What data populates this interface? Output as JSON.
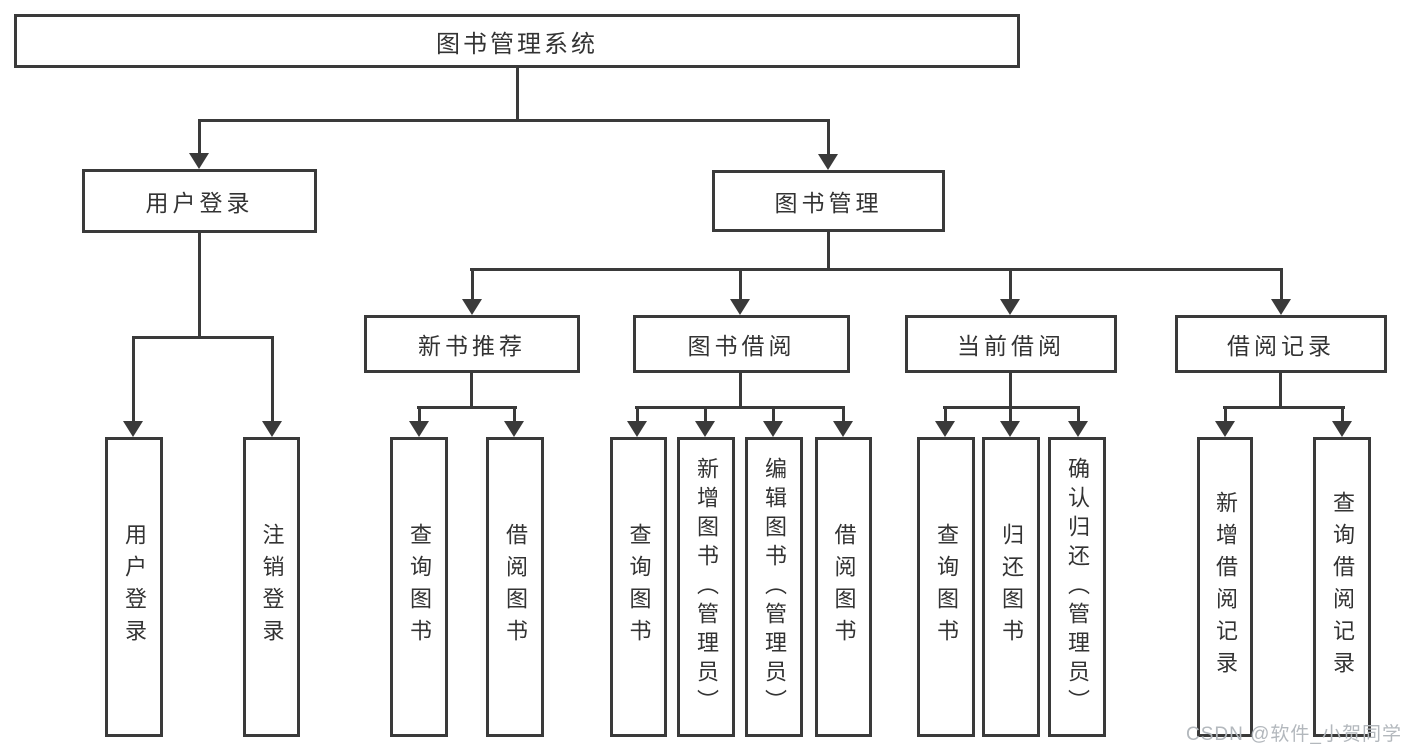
{
  "tree": {
    "root": {
      "label": "图书管理系统",
      "children": [
        {
          "label": "用户登录",
          "children": [
            {
              "label": "用户登录"
            },
            {
              "label": "注销登录"
            }
          ]
        },
        {
          "label": "图书管理",
          "children": [
            {
              "label": "新书推荐",
              "children": [
                {
                  "label": "查询图书"
                },
                {
                  "label": "借阅图书"
                }
              ]
            },
            {
              "label": "图书借阅",
              "children": [
                {
                  "label": "查询图书"
                },
                {
                  "label": "新增图书（管理员）"
                },
                {
                  "label": "编辑图书（管理员）"
                },
                {
                  "label": "借阅图书"
                }
              ]
            },
            {
              "label": "当前借阅",
              "children": [
                {
                  "label": "查询图书"
                },
                {
                  "label": "归还图书"
                },
                {
                  "label": "确认归还（管理员）"
                }
              ]
            },
            {
              "label": "借阅记录",
              "children": [
                {
                  "label": "新增借阅记录"
                },
                {
                  "label": "查询借阅记录"
                }
              ]
            }
          ]
        }
      ]
    }
  },
  "watermark": {
    "text": "CSDN @软件_小贺同学"
  },
  "colors": {
    "line": "#3a3a3a",
    "text": "#333333",
    "watermark": "#b3b8bd",
    "background": "#ffffff"
  }
}
